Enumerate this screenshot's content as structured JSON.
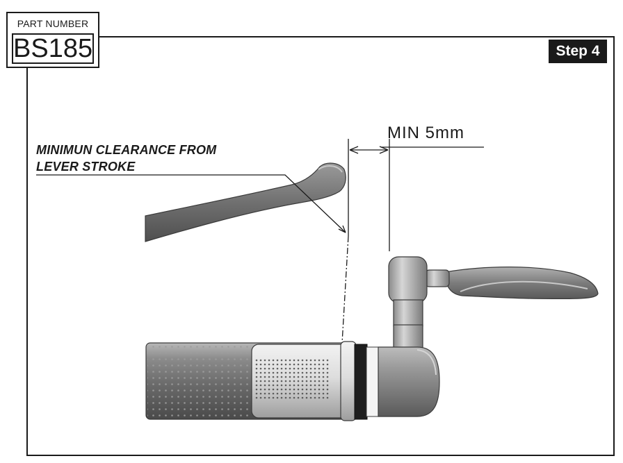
{
  "part": {
    "label": "PART NUMBER",
    "number": "BS185"
  },
  "step": {
    "label": "Step 4"
  },
  "dimension": {
    "label": "MIN 5mm"
  },
  "note": {
    "line1": "MINIMUN CLEARANCE FROM",
    "line2": "LEVER STROKE"
  }
}
